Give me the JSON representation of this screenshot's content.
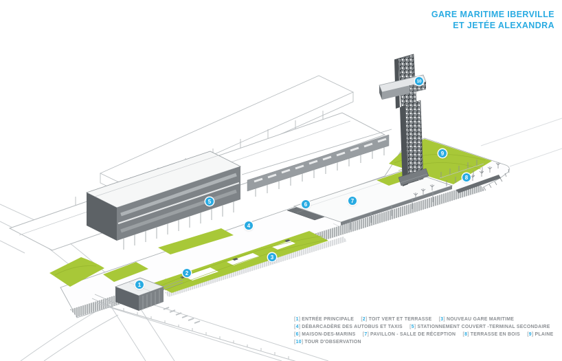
{
  "title": {
    "line1": "GARE MARITIME IBERVILLE",
    "line2": "ET JETÉE ALEXANDRA"
  },
  "legend": {
    "bracket_open": "[",
    "bracket_close": "]",
    "items": [
      {
        "num": "1",
        "label": "ENTRÉE PRINCIPALE"
      },
      {
        "num": "2",
        "label": "TOIT VERT ET TERRASSE"
      },
      {
        "num": "3",
        "label": "NOUVEAU GARE MARITIME"
      },
      {
        "num": "4",
        "label": "DÉBARCADÈRE DES AUTOBUS ET TAXIS"
      },
      {
        "num": "5",
        "label": "STATIONNEMENT COUVERT -TERMINAL SECONDAIRE"
      },
      {
        "num": "6",
        "label": "MAISON-DES-MARINS"
      },
      {
        "num": "7",
        "label": "PAVILLON - SALLE DE RÉCEPTION"
      },
      {
        "num": "8",
        "label": "TERRASSE EN BOIS"
      },
      {
        "num": "9",
        "label": "PLAINE"
      },
      {
        "num": "10",
        "label": "TOUR D'OBSERVATION"
      }
    ]
  },
  "markers": [
    {
      "num": "1"
    },
    {
      "num": "2"
    },
    {
      "num": "3"
    },
    {
      "num": "4"
    },
    {
      "num": "5"
    },
    {
      "num": "6"
    },
    {
      "num": "7"
    },
    {
      "num": "8"
    },
    {
      "num": "9"
    },
    {
      "num": "10"
    }
  ],
  "colors": {
    "accent_cyan": "#29ABE2",
    "roof_green": "#A8C838",
    "facade_gray": "#7E8387",
    "line_gray": "#B9BEC1",
    "text_gray": "#8A8E92"
  }
}
